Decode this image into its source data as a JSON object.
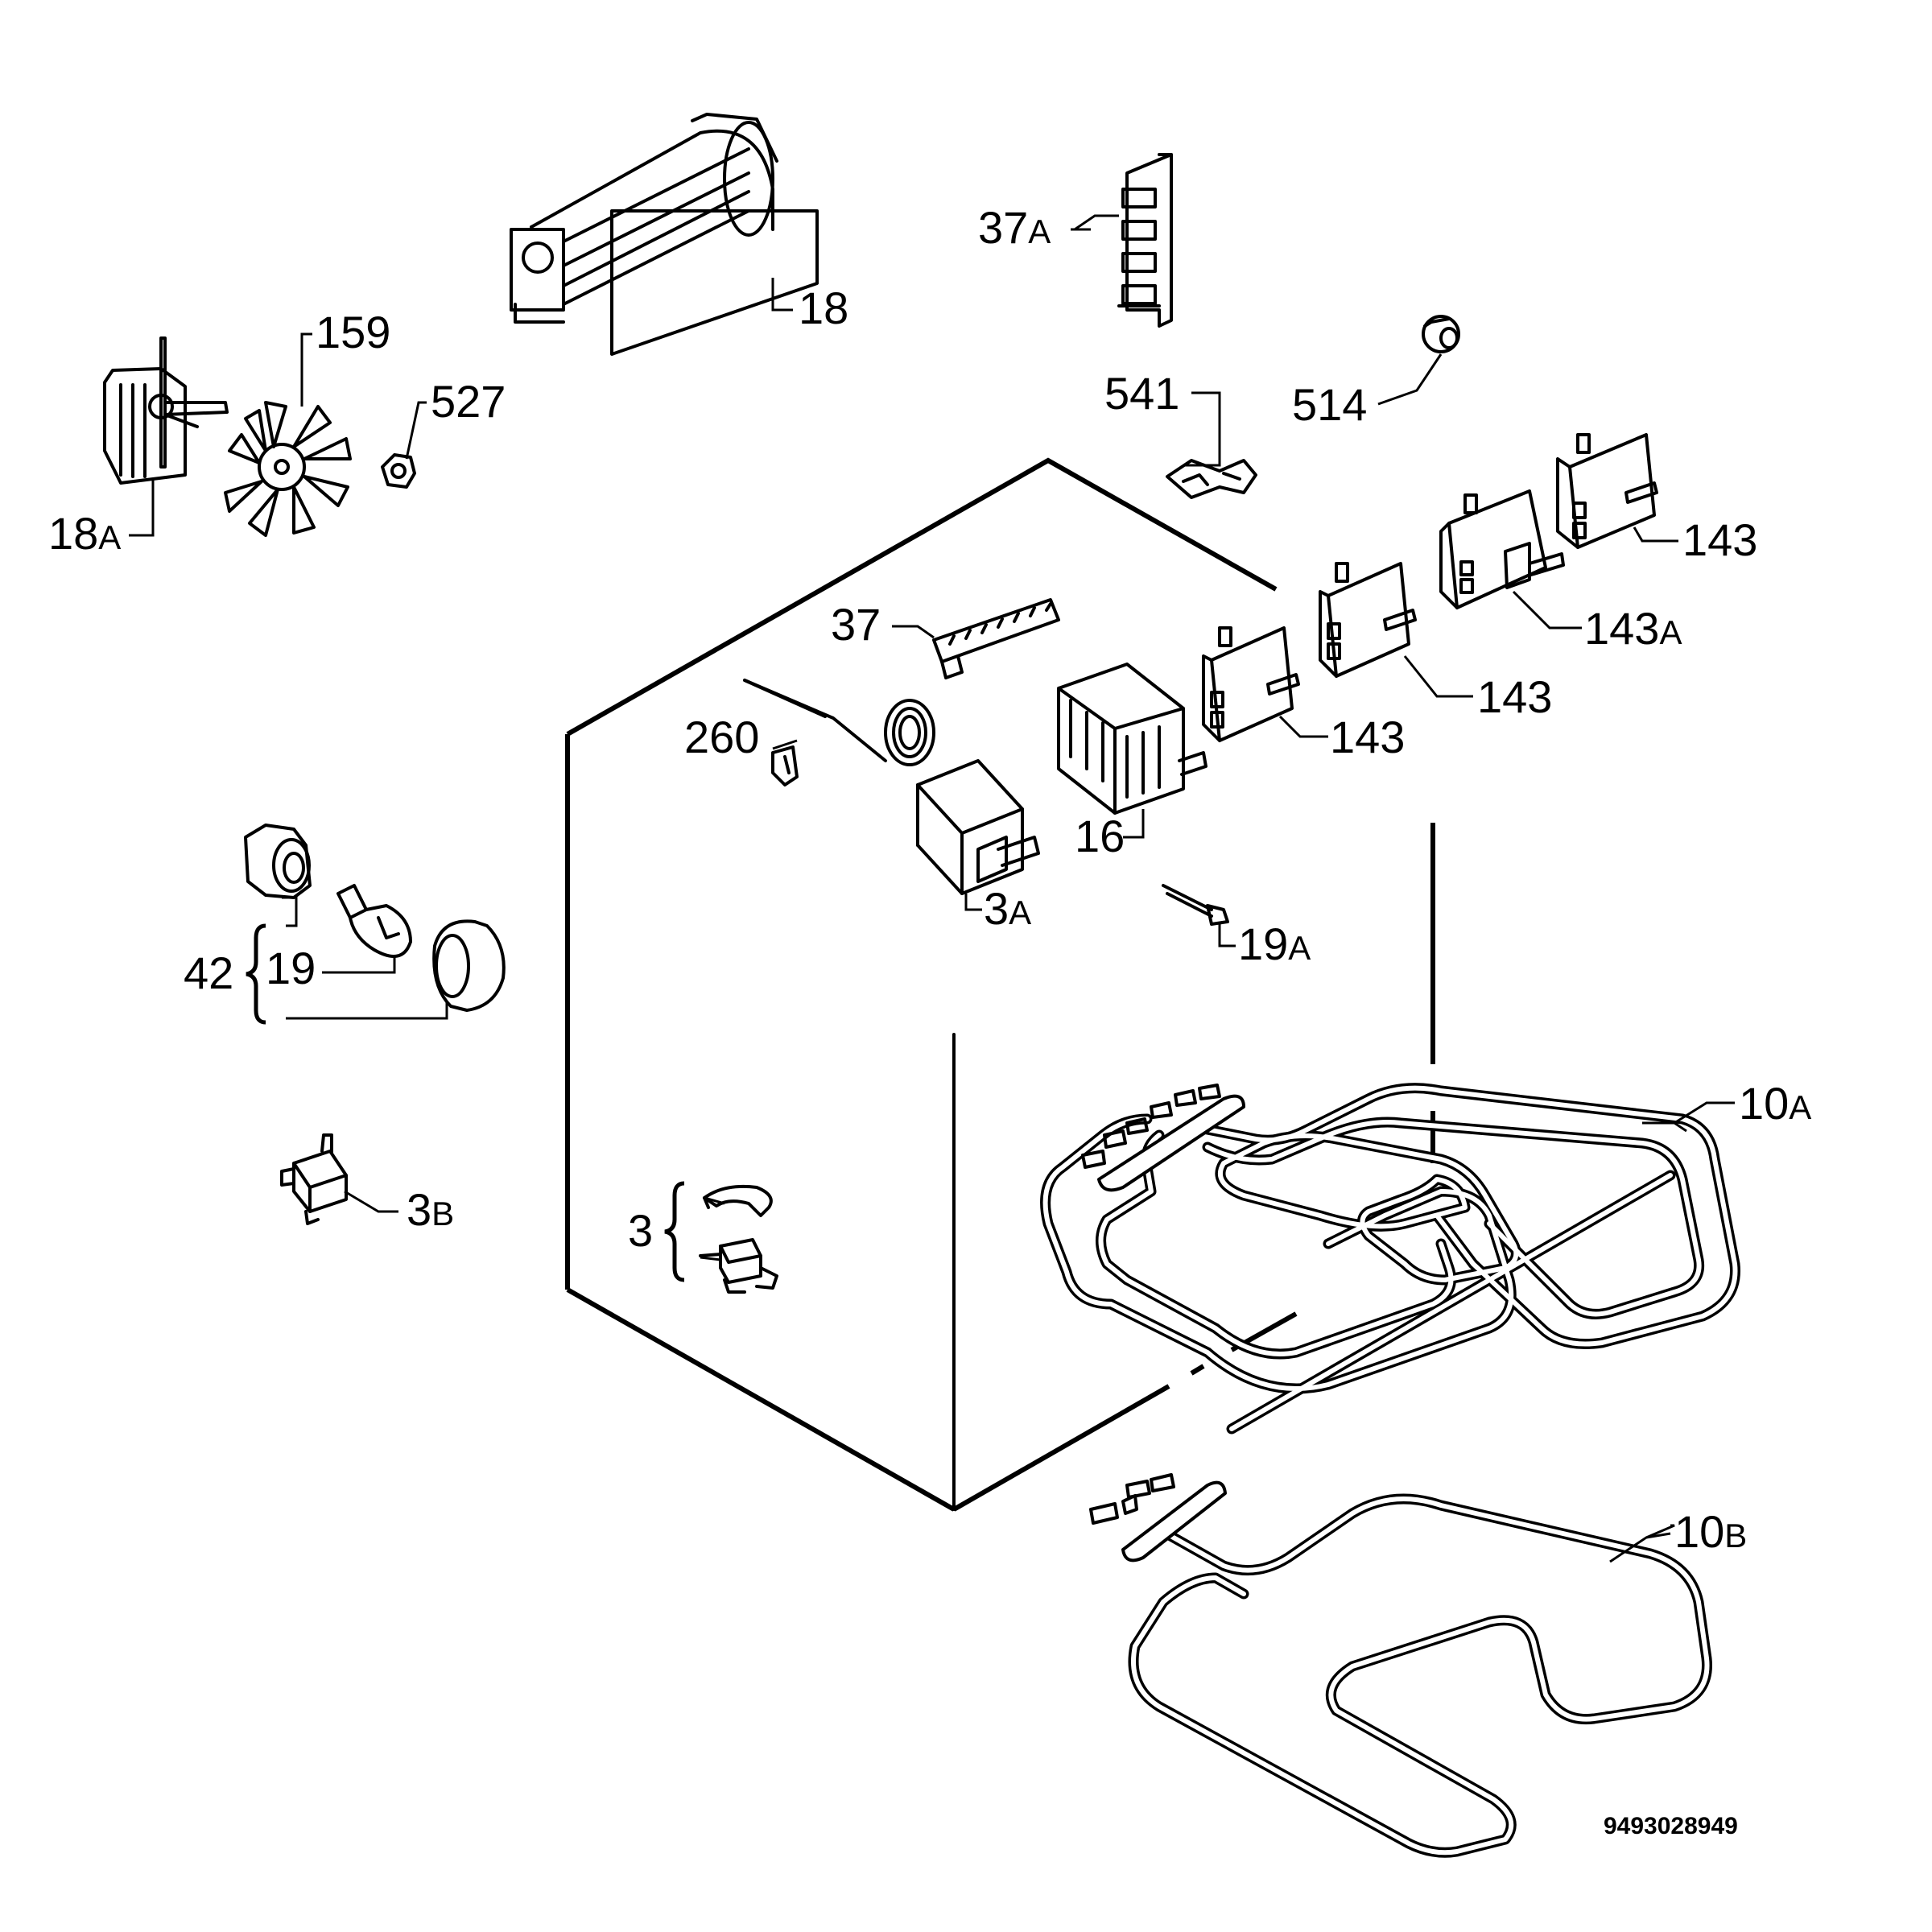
{
  "diagram": {
    "document_number": "9493028949"
  },
  "callouts": [
    {
      "id": "18",
      "main": "18",
      "sub": ""
    },
    {
      "id": "37A",
      "main": "37",
      "sub": "A"
    },
    {
      "id": "159",
      "main": "159",
      "sub": ""
    },
    {
      "id": "527",
      "main": "527",
      "sub": ""
    },
    {
      "id": "18A",
      "main": "18",
      "sub": "A"
    },
    {
      "id": "541",
      "main": "541",
      "sub": ""
    },
    {
      "id": "514",
      "main": "514",
      "sub": ""
    },
    {
      "id": "143a",
      "main": "143",
      "sub": ""
    },
    {
      "id": "143A",
      "main": "143",
      "sub": "A"
    },
    {
      "id": "37",
      "main": "37",
      "sub": ""
    },
    {
      "id": "143b",
      "main": "143",
      "sub": ""
    },
    {
      "id": "143c",
      "main": "143",
      "sub": ""
    },
    {
      "id": "260",
      "main": "260",
      "sub": ""
    },
    {
      "id": "16",
      "main": "16",
      "sub": ""
    },
    {
      "id": "3A",
      "main": "3",
      "sub": "A"
    },
    {
      "id": "19A",
      "main": "19",
      "sub": "A"
    },
    {
      "id": "42",
      "main": "42",
      "sub": ""
    },
    {
      "id": "19",
      "main": "19",
      "sub": ""
    },
    {
      "id": "10A",
      "main": "10",
      "sub": "A"
    },
    {
      "id": "3B",
      "main": "3",
      "sub": "B"
    },
    {
      "id": "3",
      "main": "3",
      "sub": ""
    },
    {
      "id": "10B",
      "main": "10",
      "sub": "B"
    }
  ]
}
